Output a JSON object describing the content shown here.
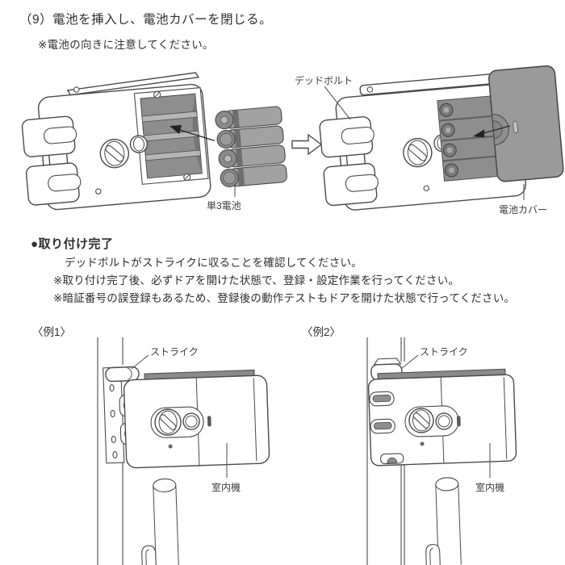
{
  "colors": {
    "line": "#4a4a4a",
    "dark_fill": "#8e8e8e",
    "cover_fill": "#9a9a9a",
    "battery_fill": "#a2a2a2",
    "text": "#2e2e2e"
  },
  "instructions": {
    "step_heading": "（9）電池を挿入し、電池カバーを閉じる。",
    "step_note": "※電池の向きに注意してください。",
    "completion_heading": "●取り付け完了",
    "completion_lines": [
      "デッドボルトがストライクに収ることを確認してください。",
      "※取り付け完了後、必ずドアを開けた状態で、登録・設定作業を行ってください。",
      "※暗証番号の誤登録もあるため、登録後の動作テストもドアを開けた状態で行ってください。"
    ]
  },
  "battery_diagram": {
    "labels": {
      "deadbolt": "デッドボルト",
      "aa_battery": "単3電池",
      "battery_cover": "電池カバー"
    }
  },
  "examples": {
    "example1": {
      "caption": "〈例1〉",
      "labels": {
        "strike": "ストライク",
        "indoor_unit": "室内機"
      }
    },
    "example2": {
      "caption": "〈例2〉",
      "labels": {
        "strike": "ストライク",
        "indoor_unit": "室内機"
      }
    }
  }
}
